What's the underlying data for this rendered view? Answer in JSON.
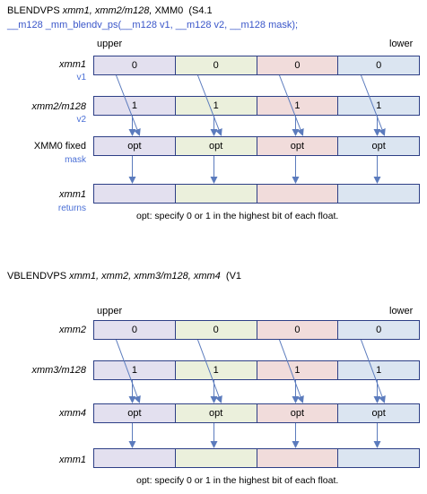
{
  "diagram1": {
    "mnemonic": "BLENDVPS",
    "operands": "xmm1, xmm2/m128,",
    "operand_tail": "XMM0",
    "extension": "(S4.1",
    "intrinsic": "__m128 _mm_blendv_ps(__m128 v1, __m128 v2, __m128 mask);",
    "upper": "upper",
    "lower": "lower",
    "rows": [
      {
        "label": "xmm1",
        "sub": "v1",
        "cells": [
          "0",
          "0",
          "0",
          "0"
        ]
      },
      {
        "label": "xmm2/m128",
        "sub": "v2",
        "cells": [
          "1",
          "1",
          "1",
          "1"
        ]
      },
      {
        "label": "XMM0 fixed",
        "sub": "mask",
        "cells": [
          "opt",
          "opt",
          "opt",
          "opt"
        ]
      },
      {
        "label": "xmm1",
        "sub": "returns",
        "cells": [
          "",
          "",
          "",
          ""
        ]
      }
    ],
    "note": "opt:  specify 0 or 1 in the highest bit of each float."
  },
  "diagram2": {
    "mnemonic": "VBLENDVPS",
    "operands": "xmm1, xmm2, xmm3/m128, xmm4",
    "extension": "(V1",
    "upper": "upper",
    "lower": "lower",
    "rows": [
      {
        "label": "xmm2",
        "cells": [
          "0",
          "0",
          "0",
          "0"
        ]
      },
      {
        "label": "xmm3/m128",
        "cells": [
          "1",
          "1",
          "1",
          "1"
        ]
      },
      {
        "label": "xmm4",
        "cells": [
          "opt",
          "opt",
          "opt",
          "opt"
        ]
      },
      {
        "label": "xmm1",
        "cells": [
          "",
          "",
          "",
          ""
        ]
      }
    ],
    "note": "opt:  specify 0 or 1 in the highest bit of each float."
  },
  "colors": {
    "border": "#2d3f86",
    "lane0": "#e3e0ef",
    "lane1": "#ebf0dc",
    "lane2": "#f1dcdb",
    "lane3": "#dbe5f1",
    "intrinsic_text": "#3a56c9"
  }
}
